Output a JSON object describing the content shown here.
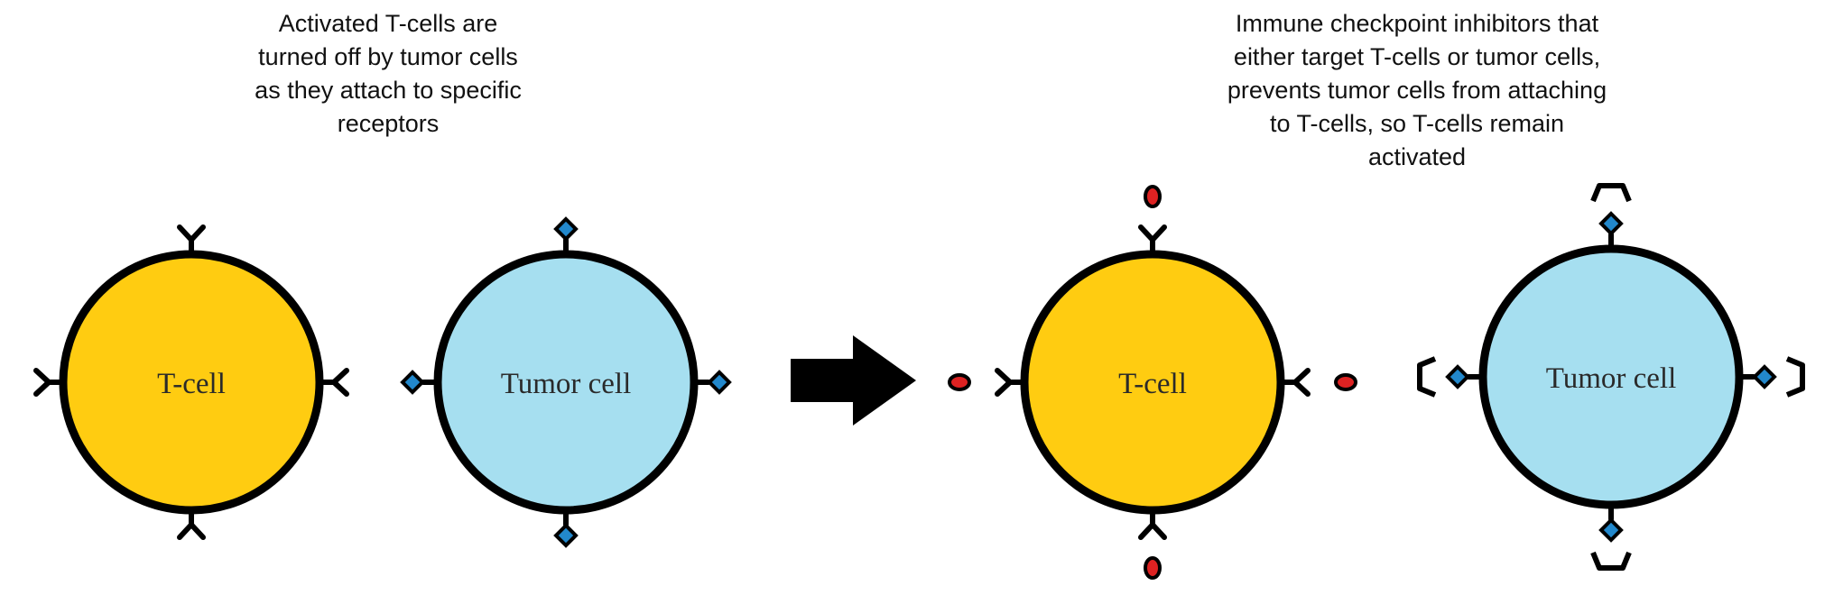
{
  "captions": {
    "left": {
      "lines": [
        "Activated T-cells are",
        "turned off by tumor cells",
        "as they attach to specific",
        "receptors"
      ]
    },
    "right": {
      "lines": [
        "Immune checkpoint inhibitors that",
        "either target  T-cells or tumor cells,",
        "prevents tumor cells from attaching",
        "to T-cells, so T-cells remain",
        "activated"
      ]
    }
  },
  "cells": {
    "tcell_left": {
      "label": "T-cell"
    },
    "tumor_left": {
      "label": "Tumor cell"
    },
    "tcell_right": {
      "label": "T-cell"
    },
    "tumor_right": {
      "label": "Tumor cell"
    }
  },
  "colors": {
    "tcell": "#ffcc11",
    "tumor": "#a6dff0",
    "outline": "#000000",
    "ligand": "#2288cc",
    "inhibitor": "#dd2222"
  },
  "icons": {
    "arrow": "right-arrow-icon",
    "receptor": "y-receptor-icon",
    "ligand": "diamond-ligand-icon",
    "inhibitor": "oval-inhibitor-icon",
    "bracket": "bracket-inhibitor-icon"
  }
}
